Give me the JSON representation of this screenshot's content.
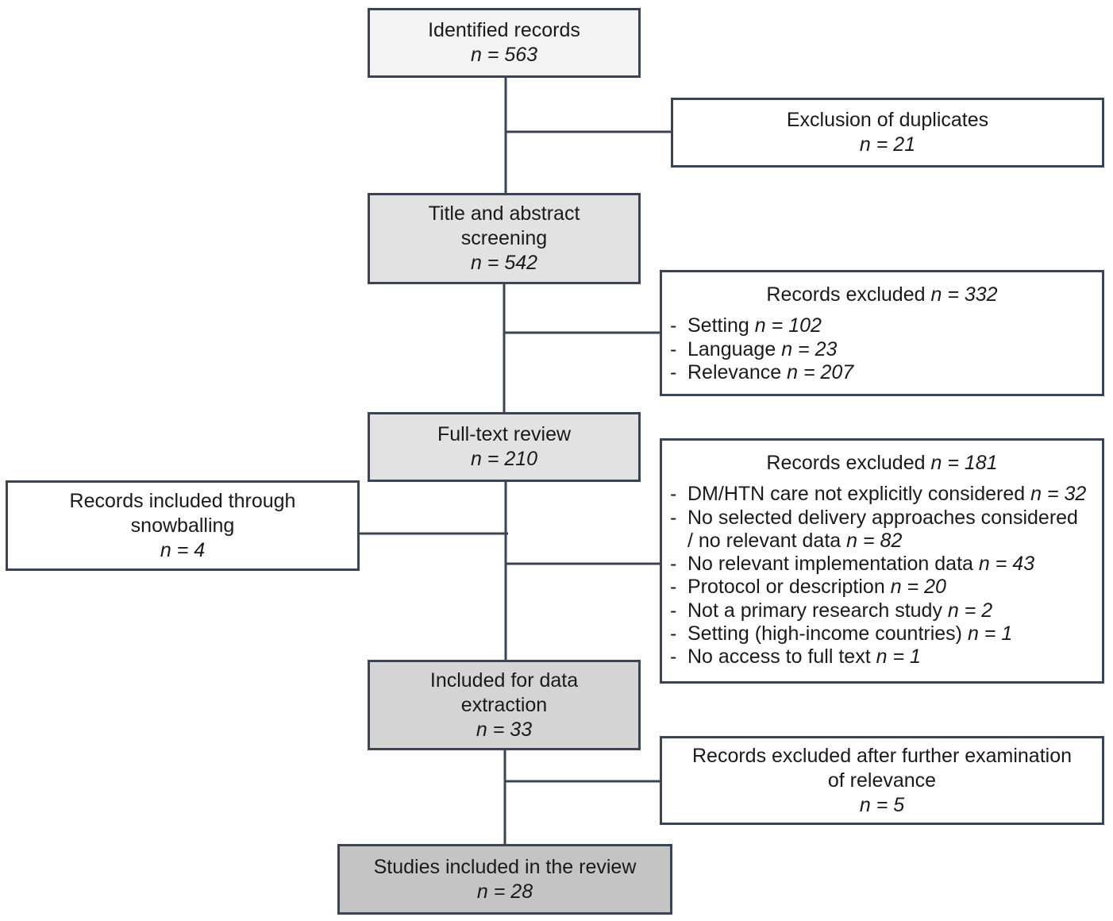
{
  "flow": {
    "identified": {
      "label": "Identified records",
      "n": "n = 563"
    },
    "duplicates": {
      "label": "Exclusion of duplicates",
      "n": "n = 21"
    },
    "screening": {
      "label_line1": "Title and abstract",
      "label_line2": "screening",
      "n": "n = 542"
    },
    "excluded_screening": {
      "title": "Records excluded",
      "n": "n = 332",
      "items": [
        {
          "label": "Setting",
          "n": "n = 102"
        },
        {
          "label": "Language",
          "n": "n = 23"
        },
        {
          "label": "Relevance",
          "n": "n = 207"
        }
      ]
    },
    "fulltext": {
      "label": "Full-text review",
      "n": "n = 210"
    },
    "snowballing": {
      "label_line1": "Records included through",
      "label_line2": "snowballing",
      "n": "n = 4"
    },
    "excluded_fulltext": {
      "title": "Records excluded",
      "n": "n = 181",
      "items": [
        {
          "label": "DM/HTN care not explicitly considered",
          "n": "n = 32"
        },
        {
          "label": "No selected delivery approaches considered",
          "label_cont": "/ no relevant data",
          "n": "n = 82"
        },
        {
          "label": "No relevant implementation data",
          "n": "n = 43"
        },
        {
          "label": "Protocol or description",
          "n": "n = 20"
        },
        {
          "label": "Not a primary research study",
          "n": "n = 2"
        },
        {
          "label": "Setting (high-income countries)",
          "n": "n = 1"
        },
        {
          "label": "No access to full text",
          "n": "n = 1"
        }
      ]
    },
    "extraction": {
      "label_line1": "Included for data",
      "label_line2": "extraction",
      "n": "n = 33"
    },
    "excluded_relevance": {
      "label_line1": "Records excluded after further examination",
      "label_line2": "of relevance",
      "n": "n = 5"
    },
    "included": {
      "label": "Studies included in the review",
      "n": "n = 28"
    }
  },
  "colors": {
    "border": "#3b4454",
    "connector": "#3b4454",
    "fill_identified": "#f3f3f3",
    "fill_screening": "#e2e2e2",
    "fill_fulltext": "#e2e2e2",
    "fill_extraction": "#d4d4d4",
    "fill_included": "#c4c4c4"
  }
}
